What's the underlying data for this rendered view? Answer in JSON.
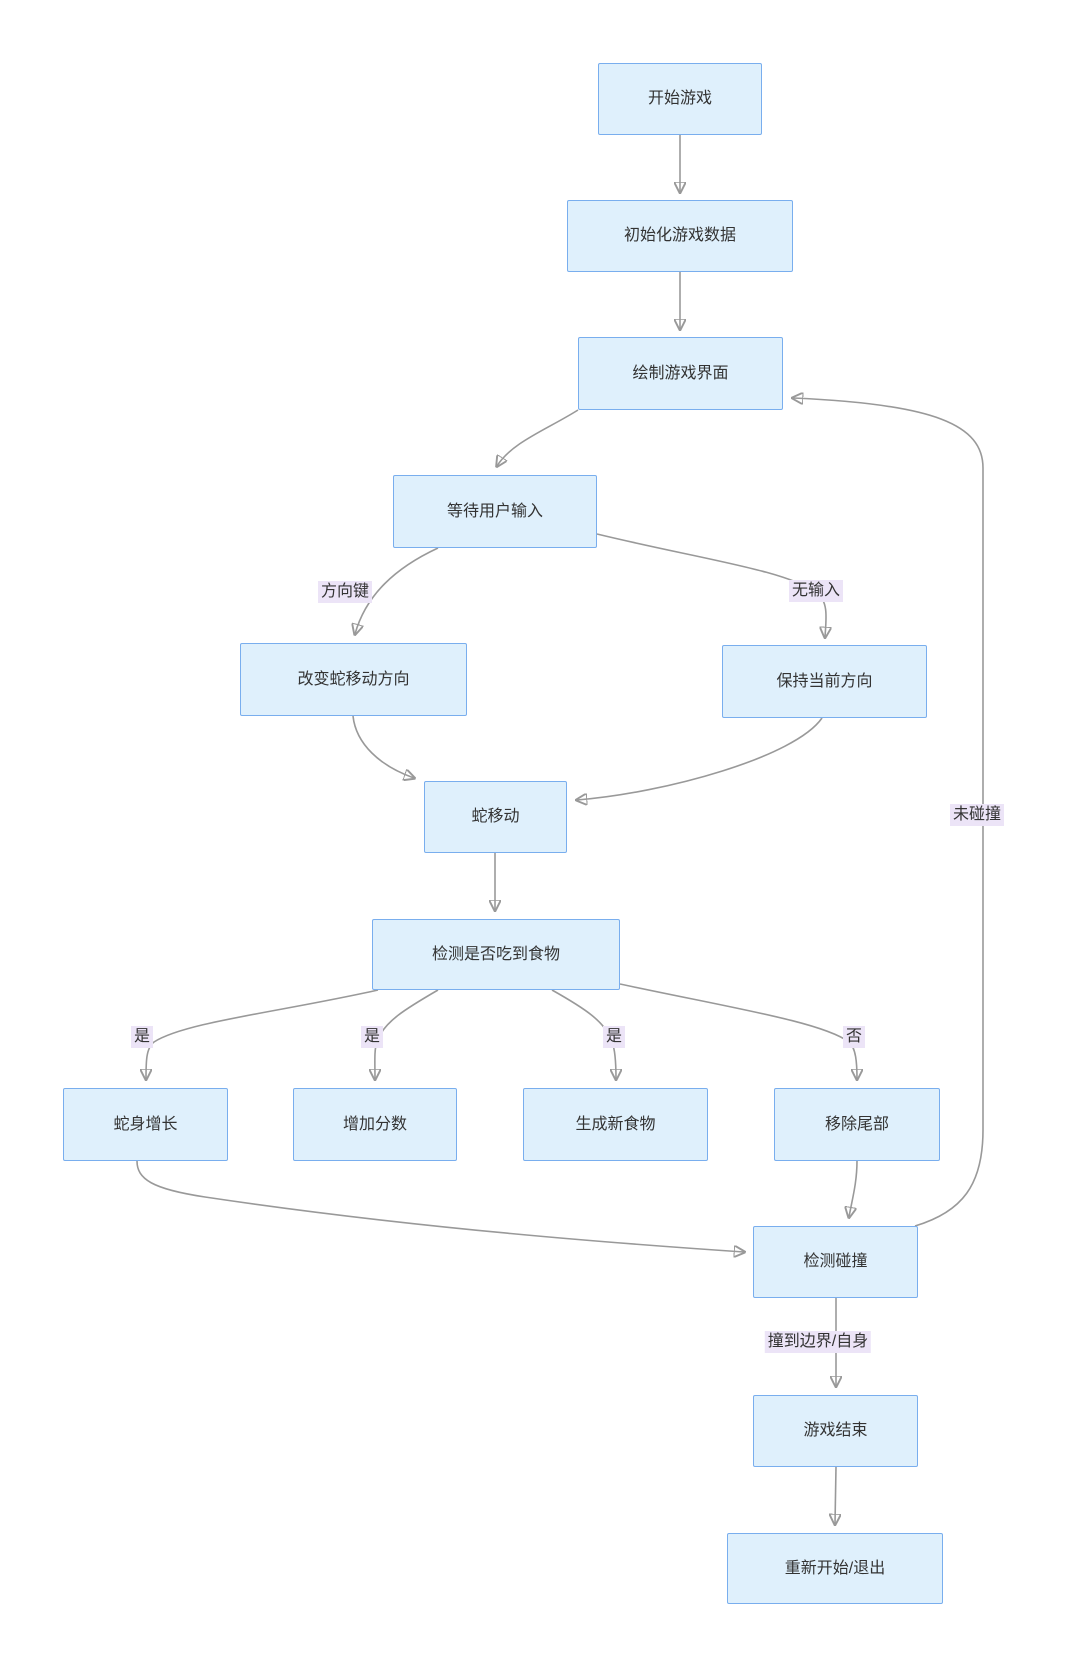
{
  "diagram": {
    "type": "flowchart",
    "colors": {
      "canvas_bg": "#ffffff",
      "node_fill": "#dff0fc",
      "node_border": "#79aeee",
      "node_text": "#333333",
      "edge_color": "#999999",
      "arrowhead_color": "#8f8f8f",
      "edge_label_bg": "#ece4f7"
    },
    "nodes": [
      {
        "id": "start-game",
        "label": "开始游戏"
      },
      {
        "id": "init-game-data",
        "label": "初始化游戏数据"
      },
      {
        "id": "draw-game-ui",
        "label": "绘制游戏界面"
      },
      {
        "id": "wait-user-input",
        "label": "等待用户输入"
      },
      {
        "id": "change-snake-direction",
        "label": "改变蛇移动方向"
      },
      {
        "id": "keep-current-direction",
        "label": "保持当前方向"
      },
      {
        "id": "snake-move",
        "label": "蛇移动"
      },
      {
        "id": "check-food-eaten",
        "label": "检测是否吃到食物"
      },
      {
        "id": "snake-body-grow",
        "label": "蛇身增长"
      },
      {
        "id": "increase-score",
        "label": "增加分数"
      },
      {
        "id": "spawn-new-food",
        "label": "生成新食物"
      },
      {
        "id": "remove-tail",
        "label": "移除尾部"
      },
      {
        "id": "check-collision",
        "label": "检测碰撞"
      },
      {
        "id": "game-over",
        "label": "游戏结束"
      },
      {
        "id": "restart-or-exit",
        "label": "重新开始/退出"
      }
    ],
    "edge_labels": [
      {
        "id": "direction-key",
        "text": "方向键"
      },
      {
        "id": "no-input",
        "text": "无输入"
      },
      {
        "id": "yes-grow",
        "text": "是"
      },
      {
        "id": "yes-score",
        "text": "是"
      },
      {
        "id": "yes-food",
        "text": "是"
      },
      {
        "id": "no-food",
        "text": "否"
      },
      {
        "id": "no-collision",
        "text": "未碰撞"
      },
      {
        "id": "hit-boundary-or-self",
        "text": "撞到边界/自身"
      }
    ]
  }
}
